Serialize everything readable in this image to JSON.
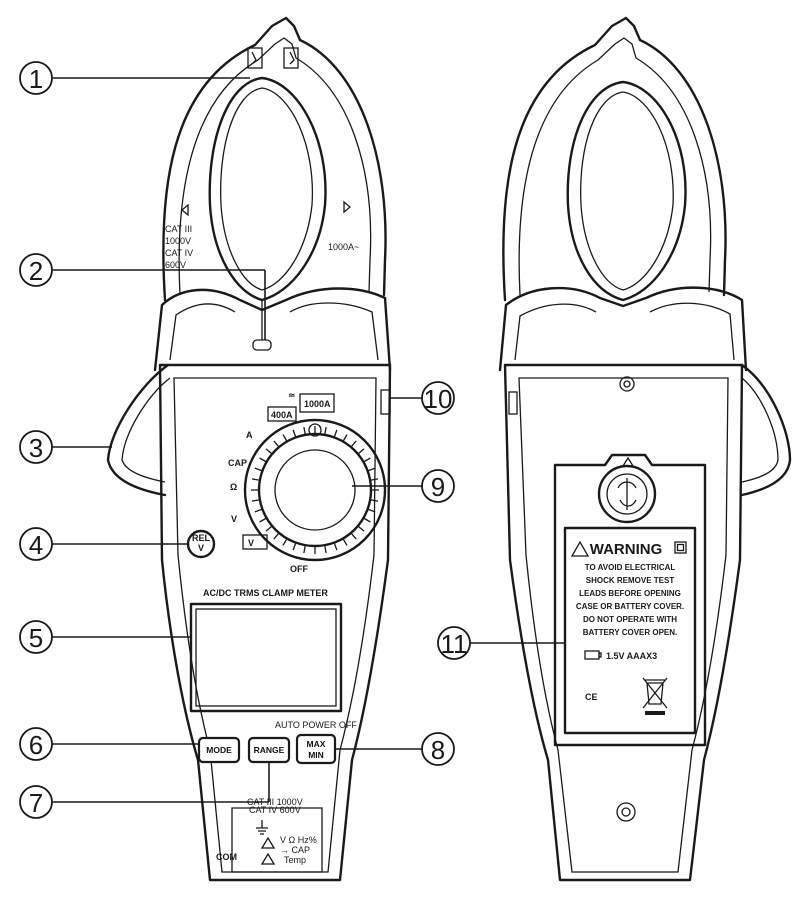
{
  "callouts": [
    "1",
    "2",
    "3",
    "4",
    "5",
    "6",
    "7",
    "8",
    "9",
    "10",
    "11"
  ],
  "front": {
    "jaw_ratings": [
      "CAT III",
      "1000V",
      "CAT IV",
      "600V"
    ],
    "jaw_max": "1000A~",
    "dial": {
      "positions": [
        "400A",
        "1000A",
        "A",
        "CAP",
        "Ω",
        "V",
        "V",
        "OFF"
      ],
      "ac_dc_mark": "≃"
    },
    "rel_button": [
      "REL",
      "V"
    ],
    "model_label": "AC/DC TRMS CLAMP METER",
    "auto_power_off": "AUTO POWER OFF",
    "buttons": {
      "mode": "MODE",
      "range": "RANGE",
      "maxmin": [
        "MAX",
        "MIN"
      ]
    },
    "terminal": {
      "rating1": "CAT III 1000V",
      "rating2": "CAT IV 600V",
      "com": "COM",
      "func1": "V Ω Hz%",
      "func2": "→ CAP",
      "func3": "Temp"
    }
  },
  "back": {
    "warning": {
      "title": "WARNING",
      "lines": [
        "TO AVOID ELECTRICAL",
        "SHOCK REMOVE TEST",
        "LEADS BEFORE OPENING",
        "CASE OR BATTERY COVER.",
        "DO NOT OPERATE WITH",
        "BATTERY COVER OPEN."
      ]
    },
    "battery": "1.5V AAAX3",
    "ce_mark": "CE"
  }
}
